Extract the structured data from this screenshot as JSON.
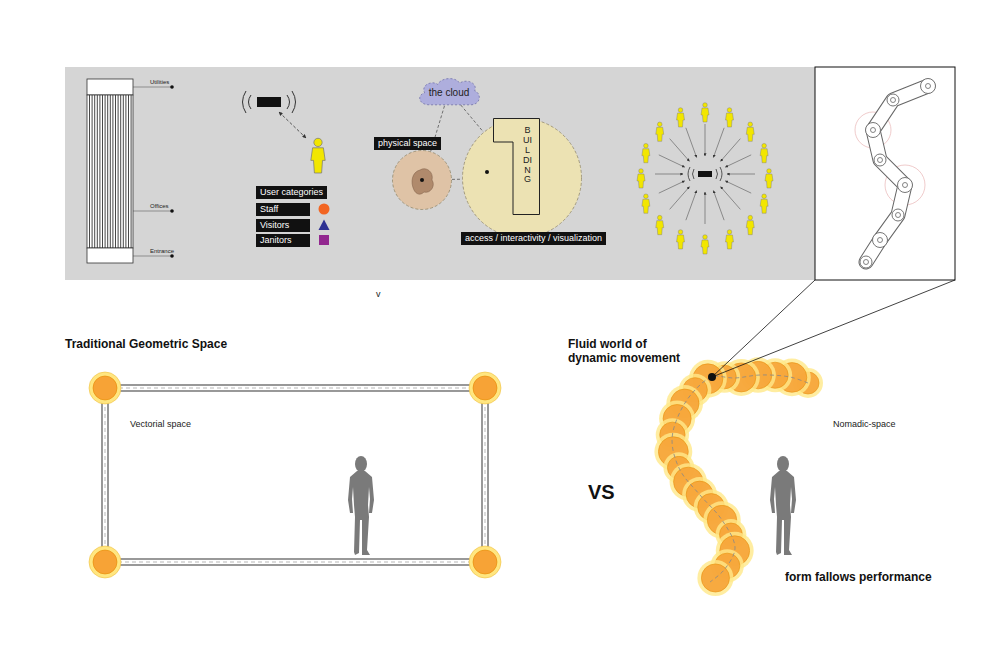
{
  "diagram": {
    "nodes": [
      {
        "text": [
          "the cloud"
        ]
      },
      {
        "text": [
          "physical space"
        ]
      },
      {
        "text": [
          "access / interactivity / visualization"
        ]
      },
      {
        "text": [
          "BUILDING"
        ],
        "in": 2
      },
      {
        "text": [
          "Vectorial space"
        ]
      }
    ],
    "edges": [
      {
        "from": 0,
        "to": 1,
        "arrow": "none"
      },
      {
        "from": 0,
        "to": 2,
        "arrow": "none"
      },
      {
        "from": 1,
        "to": 2,
        "arrow": "none"
      }
    ],
    "labels": [
      "Utilities",
      "Offices",
      "Entrance",
      "User categories",
      "v",
      "Traditional Geometric Space",
      "Fluid world of dynamic movement",
      "Nomadic-space",
      "VS",
      "form fallows performance"
    ],
    "legend": [
      {
        "text": "Staff",
        "color": "#f26522"
      },
      {
        "text": "Visitors",
        "color": "#2e3192"
      },
      {
        "text": "Janitors",
        "color": "#92278f"
      }
    ]
  }
}
